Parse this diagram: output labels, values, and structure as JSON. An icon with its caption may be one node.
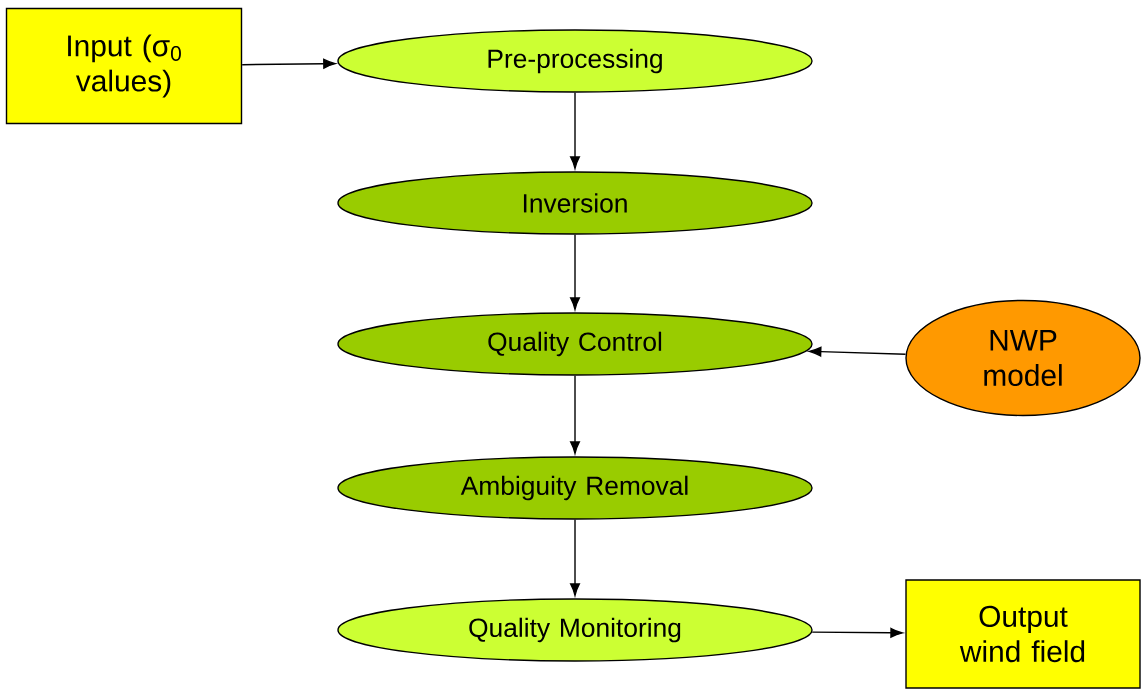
{
  "diagram": {
    "nodes": [
      {
        "text": [
          "Input (σ$_{0}$ values)"
        ]
      },
      {
        "text": [
          "Pre-processing"
        ]
      },
      {
        "text": [
          "Inversion"
        ]
      },
      {
        "text": [
          "Quality Control"
        ]
      },
      {
        "text": [
          "NWP model"
        ]
      },
      {
        "text": [
          "Ambiguity Removal"
        ]
      },
      {
        "text": [
          "Quality Monitoring"
        ]
      },
      {
        "text": [
          "Output wind field"
        ]
      }
    ],
    "edges": [
      {
        "from": 0,
        "to": 1,
        "arrow": "to"
      },
      {
        "from": 1,
        "to": 2,
        "arrow": "to"
      },
      {
        "from": 2,
        "to": 3,
        "arrow": "to"
      },
      {
        "from": 4,
        "to": 3,
        "arrow": "to"
      },
      {
        "from": 3,
        "to": 5,
        "arrow": "to"
      },
      {
        "from": 5,
        "to": 6,
        "arrow": "to"
      },
      {
        "from": 6,
        "to": 7,
        "arrow": "to"
      }
    ]
  }
}
